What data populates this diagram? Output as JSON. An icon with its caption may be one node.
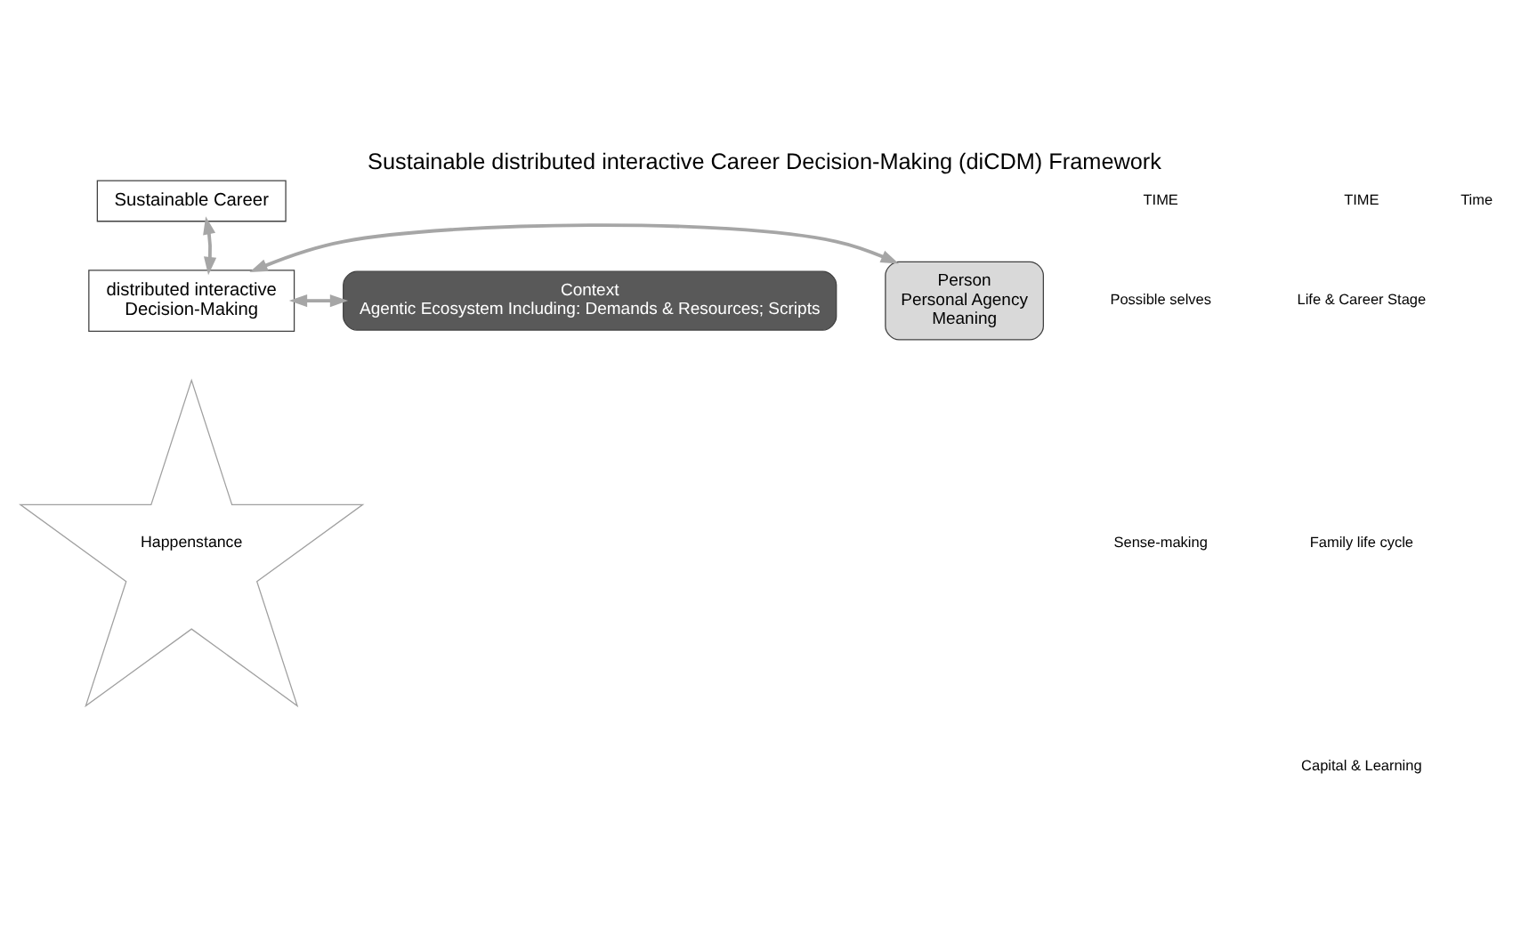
{
  "diagram": {
    "title": "Sustainable distributed interactive Career Decision-Making (diCDM) Framework",
    "nodes": [
      {
        "text": [
          "Sustainable Career"
        ]
      },
      {
        "text": [
          "Person",
          "Personal Agency",
          "Meaning"
        ]
      },
      {
        "text": [
          "distributed interactive",
          "Decision-Making"
        ]
      },
      {
        "text": [
          "Context",
          "Agentic Ecosystem Including: Demands & Resources; Scripts"
        ]
      },
      {
        "text": [
          "Happenstance"
        ]
      }
    ],
    "edges": [
      {
        "from": 2,
        "to": 0,
        "arrow": "both"
      },
      {
        "from": 1,
        "to": 2,
        "arrow": "both"
      },
      {
        "from": 2,
        "to": 3,
        "arrow": "both"
      }
    ],
    "labels": [
      "TIME",
      "Possible selves",
      "Sense-making",
      "TIME",
      "Life & Career Stage",
      "Family life cycle",
      "Capital & Learning",
      "Time"
    ]
  }
}
